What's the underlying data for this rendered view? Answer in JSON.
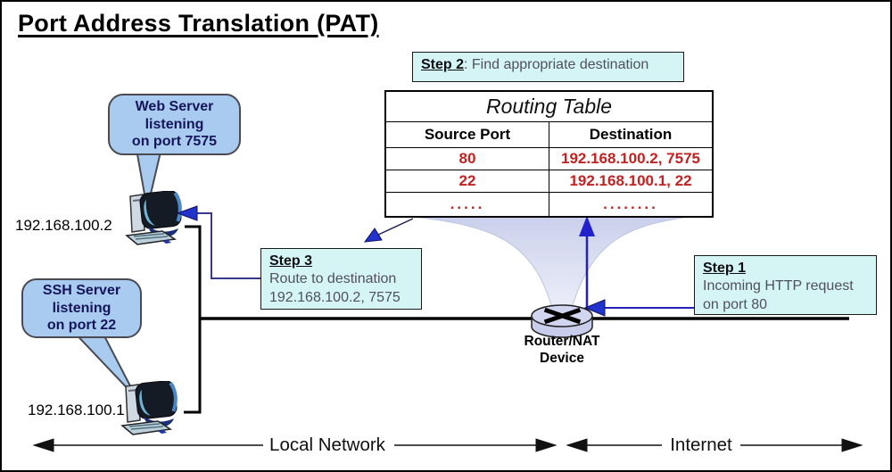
{
  "title": "Port Address Translation (PAT)",
  "steps": {
    "step1": {
      "label": "Step 1",
      "text": "Incoming HTTP request\non port 80"
    },
    "step2": {
      "label": "Step 2",
      "text": ": Find appropriate destination"
    },
    "step3": {
      "label": "Step 3",
      "text": "Route to destination\n192.168.100.2, 7575"
    }
  },
  "routing_table": {
    "title": "Routing Table",
    "headers": [
      "Source Port",
      "Destination"
    ],
    "rows": [
      [
        "80",
        "192.168.100.2, 7575"
      ],
      [
        "22",
        "192.168.100.1, 22"
      ],
      [
        ".....",
        "........"
      ]
    ]
  },
  "hosts": {
    "web": {
      "bubble": "Web Server\nlistening\non port 7575",
      "ip": "192.168.100.2"
    },
    "ssh": {
      "bubble": "SSH Server\nlistening\non port 22",
      "ip": "192.168.100.1"
    }
  },
  "router": {
    "label": "Router/NAT\nDevice"
  },
  "zones": {
    "local": "Local Network",
    "internet": "Internet"
  },
  "colors": {
    "step_box_bg": "#d5f5f5",
    "bubble_bg": "#a9cbf0",
    "table_value_red": "#c22222",
    "arrow_blue": "#2233cc",
    "funnel_lavender": "#c6cdea",
    "router_fill": "#cdd1ee"
  }
}
